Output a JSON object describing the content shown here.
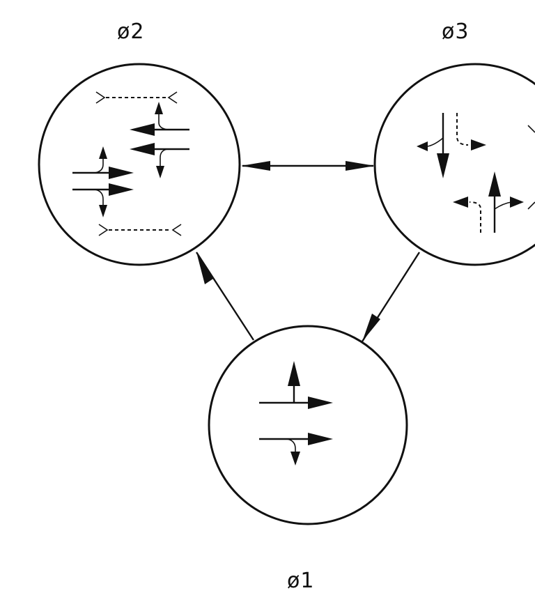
{
  "phases": [
    {
      "id": "phase-2",
      "label": "ø2"
    },
    {
      "id": "phase-3",
      "label": "ø3"
    },
    {
      "id": "phase-1",
      "label": "ø1"
    }
  ],
  "colors": {
    "ink": "#111111",
    "background": "#ffffff"
  }
}
